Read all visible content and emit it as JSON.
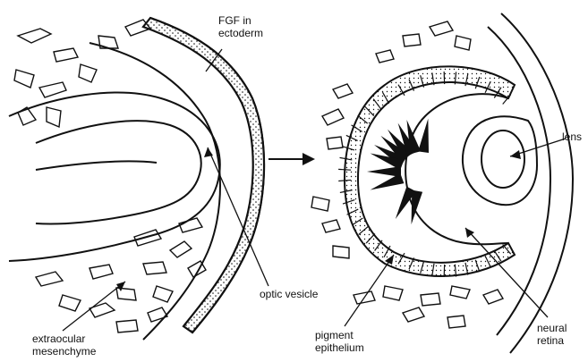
{
  "labels": {
    "fgf_line1": "FGF in",
    "fgf_line2": "ectoderm",
    "lens": "lens",
    "optic_vesicle": "optic vesicle",
    "extraocular_line1": "extraocular",
    "extraocular_line2": "mesenchyme",
    "pigment_line1": "pigment",
    "pigment_line2": "epithelium",
    "neural_line1": "neural",
    "neural_line2": "retina"
  },
  "colors": {
    "ink": "#111111",
    "background": "#ffffff"
  },
  "icons": {
    "transition_arrow": "right-arrow-icon"
  }
}
